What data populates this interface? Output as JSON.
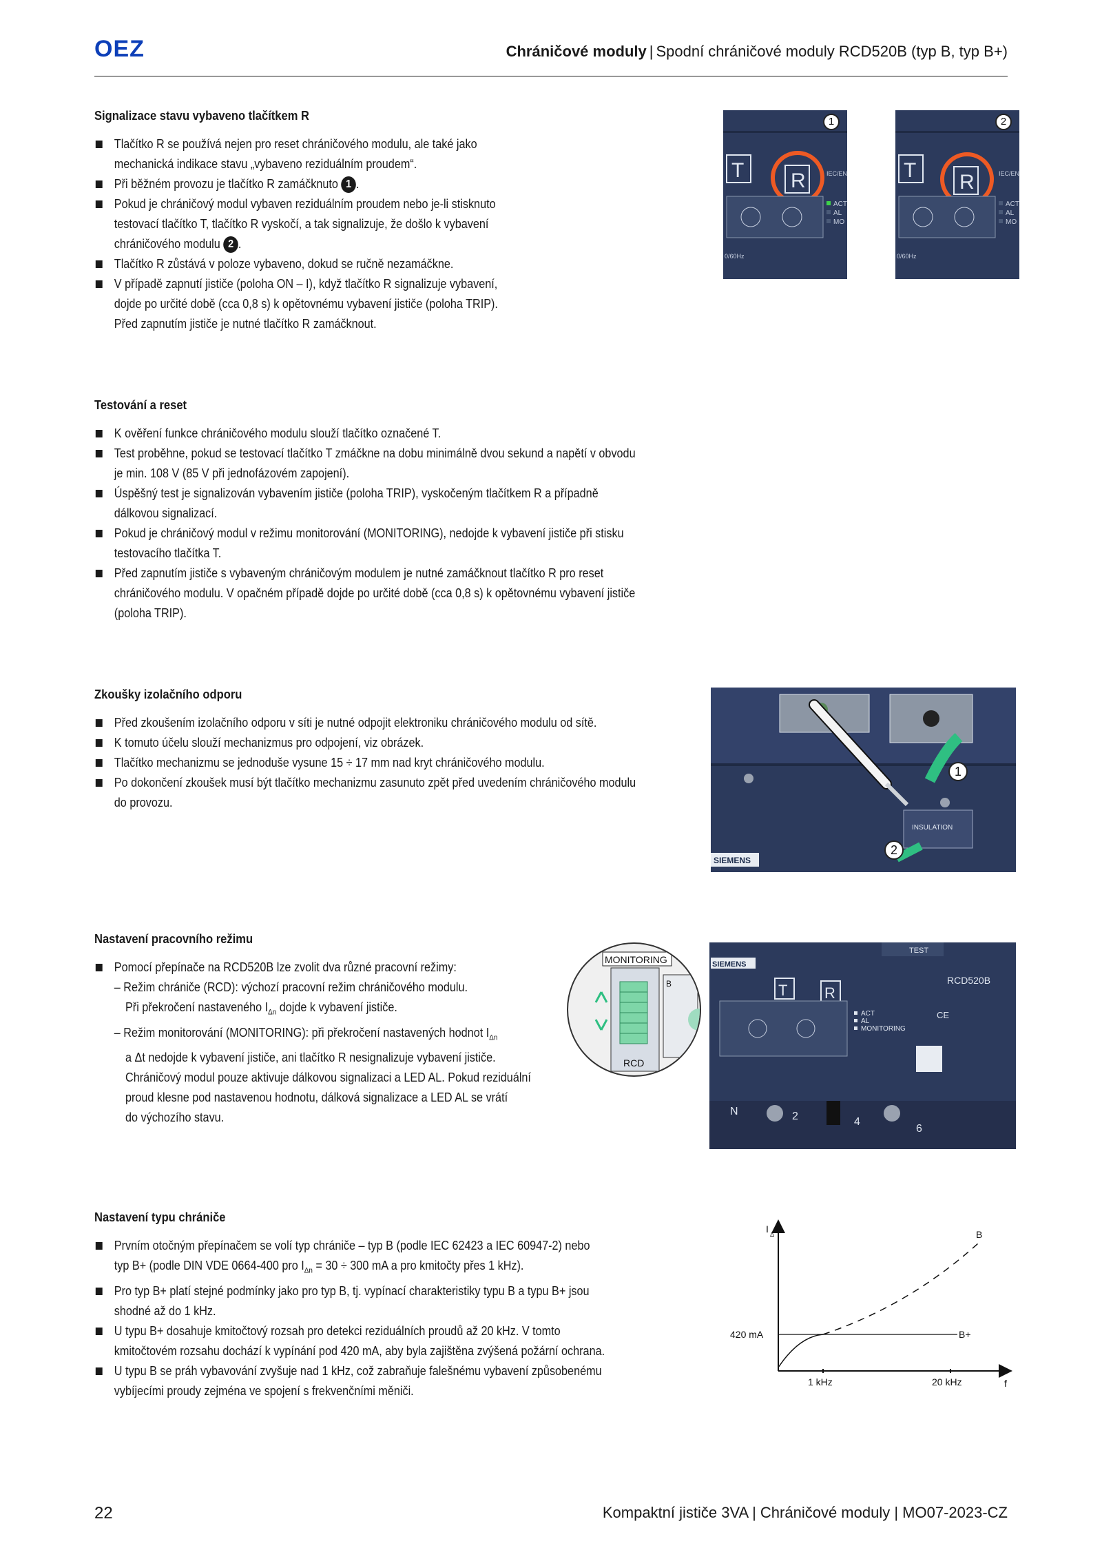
{
  "header": {
    "logo": "OEZ",
    "title_bold": "Chráničové moduly",
    "separator": "|",
    "title_rest": "Spodní chráničové moduly RCD520B (typ B, typ B+)"
  },
  "section1": {
    "title": "Signalizace stavu vybaveno tlačítkem R",
    "items": [
      [
        "Tlačítko R se používá nejen pro reset chráničového modulu, ale také jako",
        "mechanická indikace stavu „vybaveno reziduálním proudem“."
      ],
      [
        "Při běžném provozu je tlačítko R zamáčknuto",
        "."
      ],
      [
        "Pokud je chráničový modul vybaven reziduálním proudem nebo je-li stisknuto",
        "testovací tlačítko T, tlačítko R vyskočí, a tak signalizuje, že došlo k vybavení",
        "chráničového modulu",
        "."
      ],
      [
        "Tlačítko R zůstává v poloze vybaveno, dokud se ručně nezamáčkne."
      ],
      [
        "V případě zapnutí jističe (poloha ON – I), když tlačítko R signalizuje vybavení,",
        "dojde po určité době (cca 0,8 s) k opětovnému vybavení jističe (poloha TRIP).",
        "Před zapnutím jističe je nutné tlačítko R zamáčknout."
      ]
    ],
    "badge1": "1",
    "badge2": "2",
    "image": {
      "label1": "1",
      "label2": "2",
      "t": "T",
      "r": "R",
      "iec": "IEC/EN",
      "act": "ACT",
      "al": "AL",
      "mo": "MO",
      "hz": "0/60Hz"
    }
  },
  "section2": {
    "title": "Testování a reset",
    "items": [
      [
        "K ověření funkce chráničového modulu slouží tlačítko označené T."
      ],
      [
        "Test proběhne, pokud se testovací tlačítko T zmáčkne na dobu minimálně dvou sekund a napětí v obvodu",
        "je min. 108 V (85 V při jednofázovém zapojení)."
      ],
      [
        "Úspěšný test je signalizován vybavením jističe (poloha TRIP), vyskočeným tlačítkem R a případně",
        "dálkovou signalizací."
      ],
      [
        "Pokud je chráničový modul v režimu monitorování (MONITORING), nedojde k vybavení jističe při stisku",
        "testovacího tlačítka T."
      ],
      [
        "Před zapnutím jističe s vybaveným chráničovým modulem je nutné zamáčknout tlačítko R pro reset",
        "chráničového modulu. V opačném případě dojde po určité době (cca 0,8 s) k opětovnému vybavení jističe",
        "(poloha TRIP)."
      ]
    ]
  },
  "section3": {
    "title": "Zkoušky izolačního odporu",
    "items": [
      [
        "Před zkoušením izolačního odporu v síti je nutné odpojit elektroniku chráničového modulu od sítě."
      ],
      [
        "K tomuto účelu slouží mechanizmus pro odpojení, viz obrázek."
      ],
      [
        "Tlačítko mechanizmu se jednoduše vysune 15 ÷ 17 mm nad kryt chráničového modulu."
      ],
      [
        "Po dokončení zkoušek musí být tlačítko mechanizmu zasunuto zpět před uvedením chráničového modulu",
        "do provozu."
      ]
    ],
    "image": {
      "label1": "1",
      "label2": "2",
      "insulation": "INSULATION",
      "brand": "SIEMENS"
    }
  },
  "section4": {
    "title": "Nastavení pracovního režimu",
    "item_intro": "Pomocí přepínače na RCD520B lze zvolit dva různé pracovní režimy:",
    "sub1a": "– Režim chrániče (RCD): výchozí pracovní režim chráničového modulu.",
    "sub1b_pre": "Při překročení nastaveného I",
    "sub1b_sub": "Δn",
    "sub1b_post": " dojde k vybavení jističe.",
    "sub2a_pre": "– Režim monitorování (MONITORING): při překročení nastavených hodnot I",
    "sub2a_sub": "Δn",
    "sub2b": "a Δt nedojde k vybavení jističe, ani tlačítko R nesignalizuje vybavení jističe.",
    "sub2c": "Chráničový modul pouze aktivuje dálkovou signalizaci a LED AL. Pokud reziduální",
    "sub2d": "proud klesne pod nastavenou hodnotu, dálková signalizace a LED AL se vrátí",
    "sub2e": "do výchozího stavu.",
    "image": {
      "monitoring": "MONITORING",
      "rcd": "RCD",
      "b": "B",
      "brand": "SIEMENS",
      "model": "RCD520B",
      "test": "TEST",
      "t": "T",
      "r": "R",
      "act": "ACT",
      "al": "AL",
      "mon": "MONITORING",
      "ce": "CE",
      "t2": "2",
      "t4": "4",
      "t6": "6",
      "n": "N"
    }
  },
  "section5": {
    "title": "Nastavení typu chrániče",
    "l1": "Prvním otočným přepínačem se volí typ chrániče – typ B (podle IEC 62423 a IEC 60947-2) nebo",
    "l2_pre": "typ B+ (podle DIN VDE 0664-400 pro I",
    "l2_sub": "Δn",
    "l2_post": " = 30 ÷ 300 mA a pro kmitočty přes 1 kHz).",
    "l3": "Pro typ B+ platí stejné podmínky jako pro typ B, tj. vypínací charakteristiky typu B a typu B+ jsou",
    "l4": "shodné až do 1 kHz.",
    "l5": "U typu B+ dosahuje kmitočtový rozsah pro detekci reziduálních proudů až 20 kHz. V tomto",
    "l6": "kmitočtovém rozsahu dochází k vypínání pod 420 mA, aby byla zajištěna zvýšená požární ochrana.",
    "l7": "U typu B se práh vybavování zvyšuje nad 1 kHz, což zabraňuje falešnému vybavení způsobenému",
    "l8": "vybíjecími proudy zejména ve spojení s frekvenčními měniči."
  },
  "graph": {
    "y_label": "I",
    "y_sub": "Δ",
    "x_label": "f",
    "curve_b": "B",
    "curve_bplus": "B+",
    "level": "420 mA",
    "tick1": "1 kHz",
    "tick2": "20 kHz"
  },
  "footer": {
    "page": "22",
    "text": "Kompaktní jističe 3VA | Chráničové moduly | MO07-2023-CZ"
  }
}
